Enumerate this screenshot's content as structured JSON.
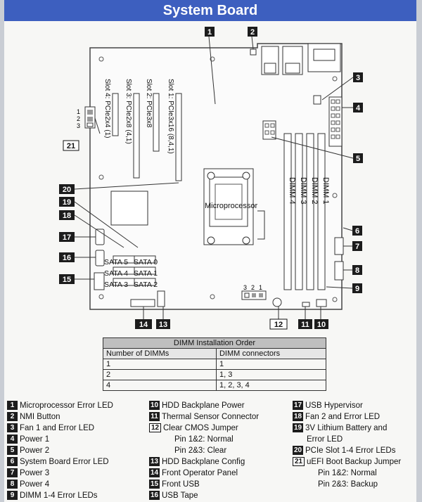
{
  "title": "System Board",
  "board": {
    "slots": [
      {
        "label": "Slot 4: PCIe2x4 (1)"
      },
      {
        "label": "Slot 3: PCIe2x8 (4,1)"
      },
      {
        "label": "Slot 2: PCIe3x8"
      },
      {
        "label": "Slot 1: PCIe3x16 (8,4,1)"
      }
    ],
    "microprocessor_label": "Microprocessor",
    "dimm_labels": [
      "DIMM 1",
      "DIMM 2",
      "DIMM 3",
      "DIMM 4"
    ],
    "sata_labels": [
      "SATA 5",
      "SATA 0",
      "SATA 4",
      "SATA 1",
      "SATA 3",
      "SATA 2"
    ],
    "jumper21_pins": [
      "1",
      "2",
      "3"
    ],
    "jumper12_pins": [
      "3",
      "2",
      "1"
    ],
    "callouts": [
      "1",
      "2",
      "3",
      "4",
      "5",
      "6",
      "7",
      "8",
      "9",
      "10",
      "11",
      "12",
      "13",
      "14",
      "15",
      "16",
      "17",
      "18",
      "19",
      "20",
      "21"
    ]
  },
  "dimm_table": {
    "title": "DIMM Installation Order",
    "headers": [
      "Number of DIMMs",
      "DIMM connectors"
    ],
    "rows": [
      [
        "1",
        "1"
      ],
      [
        "2",
        "1, 3"
      ],
      [
        "4",
        "1, 2, 3, 4"
      ]
    ]
  },
  "legend": {
    "col1": [
      {
        "num": "1",
        "text": "Microprocessor Error LED"
      },
      {
        "num": "2",
        "text": "NMI Button"
      },
      {
        "num": "3",
        "text": "Fan 1 and Error LED"
      },
      {
        "num": "4",
        "text": "Power 1"
      },
      {
        "num": "5",
        "text": "Power 2"
      },
      {
        "num": "6",
        "text": "System Board Error LED"
      },
      {
        "num": "7",
        "text": "Power 3"
      },
      {
        "num": "8",
        "text": "Power 4"
      },
      {
        "num": "9",
        "text": "DIMM 1-4 Error LEDs"
      }
    ],
    "col2": [
      {
        "num": "10",
        "text": "HDD Backplane Power"
      },
      {
        "num": "11",
        "text": "Thermal Sensor Connector"
      },
      {
        "num": "12",
        "text": "Clear CMOS Jumper"
      },
      {
        "num": "",
        "text": "Pin 1&2: Normal"
      },
      {
        "num": "",
        "text": "Pin 2&3: Clear"
      },
      {
        "num": "13",
        "text": "HDD Backplane Config"
      },
      {
        "num": "14",
        "text": "Front Operator Panel"
      },
      {
        "num": "15",
        "text": "Front USB"
      },
      {
        "num": "16",
        "text": "USB Tape"
      }
    ],
    "col3": [
      {
        "num": "17",
        "text": "USB Hypervisor"
      },
      {
        "num": "18",
        "text": "Fan 2 and Error LED"
      },
      {
        "num": "19",
        "text": "3V Lithium Battery and"
      },
      {
        "num": "",
        "text": "Error LED"
      },
      {
        "num": "20",
        "text": "PCIe Slot 1-4 Error LEDs"
      },
      {
        "num": "21",
        "text": "uEFI Boot Backup Jumper"
      },
      {
        "num": "",
        "text": "Pin 1&2: Normal"
      },
      {
        "num": "",
        "text": "Pin 2&3: Backup"
      }
    ]
  }
}
